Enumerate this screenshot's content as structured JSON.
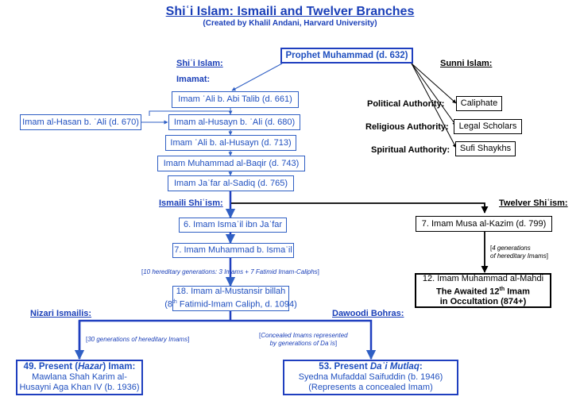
{
  "title": "Shiʿi Islam: Ismaili and Twelver Branches",
  "subtitle": "(Created by Khalil Andani, Harvard University)",
  "headers": {
    "shii_islam": "Shiʿi Islam:",
    "imamat": "Imamat:",
    "sunni_islam": "Sunni Islam:",
    "ismaili": "Ismaili Shiʿism:",
    "twelver": "Twelver Shiʿism:",
    "nizari": "Nizari Ismailis:",
    "dawoodi": "Dawoodi Bohras:"
  },
  "prophet": "Prophet Muhammad (d. 632)",
  "sunni": {
    "political_label": "Political Authority:",
    "political_value": "Caliphate",
    "religious_label": "Religious Authority:",
    "religious_value": "Legal Scholars",
    "spiritual_label": "Spiritual Authority:",
    "spiritual_value": "Sufi Shaykhs"
  },
  "imams": {
    "ali": "Imam ʿAli b. Abi Talib (d. 661)",
    "hasan": "Imam al-Hasan b. ʿAli (d. 670)",
    "husayn": "Imam al-Husayn b. ʿAli (d. 680)",
    "ali_husayn": "Imam ʿAli b. al-Husayn (d. 713)",
    "baqir": "Imam Muhammad al-Baqir (d. 743)",
    "jafar": "Imam Jaʿfar al-Sadiq (d. 765)"
  },
  "ismaili": {
    "ismail": "6. Imam Ismaʿil ibn Jaʿfar",
    "muhammad": "7. Imam Muhammad b. Ismaʿil",
    "note_open": "[",
    "note_text": "10 hereditary generations: 3 Imams + 7 Fatimid Imam-Caliphs",
    "note_close": "]",
    "mustansir_line1": "18. Imam al-Mustansir billah",
    "mustansir_line2_a": "(8",
    "mustansir_line2_sup": "th",
    "mustansir_line2_b": " Fatimid-Imam Caliph, d. 1094)"
  },
  "twelver": {
    "musa": "7. Imam Musa al-Kazim (d. 799)",
    "note_line1": "4 generations",
    "note_line2": "of hereditary Imams",
    "mahdi_line1": "12. Imam Muhammad al-Mahdi",
    "mahdi_line2_a": "The Awaited 12",
    "mahdi_line2_sup": "th",
    "mahdi_line2_b": " Imam",
    "mahdi_line3": "in Occultation (874+)"
  },
  "nizari": {
    "note": "30 generations of hereditary Imams",
    "present_a": "49. Present (",
    "present_italic": "Hazar",
    "present_b": ") Imam:",
    "line2": "Mawlana Shah Karim al-",
    "line3": "Husayni Aga Khan IV (b. 1936)"
  },
  "dawoodi": {
    "note_line1": "Concealed Imams represented",
    "note_line2": "by generations of Daʿis",
    "present_a": "53. Present ",
    "present_italic": "Daʿi Mutlaq",
    "present_b": ":",
    "line2": "Syedna Mufaddal Saifuddin (b. 1946)",
    "line3": "(Represents a concealed Imam)"
  },
  "colors": {
    "blue": "#1f4fbf",
    "dark_blue": "#1a3fb8",
    "black": "#000000"
  }
}
